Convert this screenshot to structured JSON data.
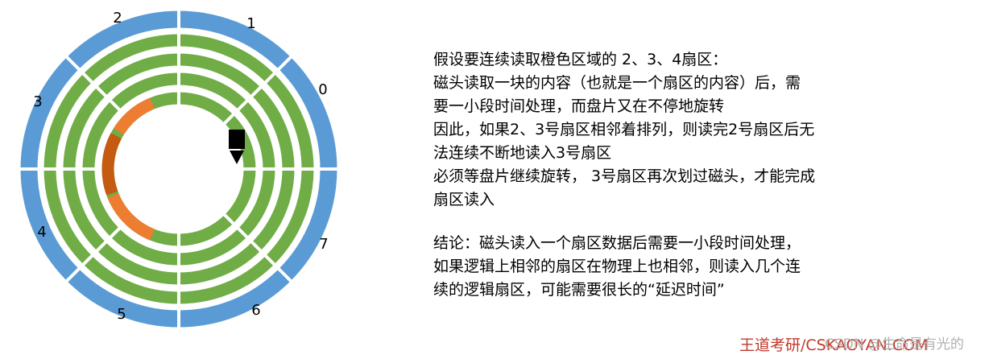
{
  "disk": {
    "sector_labels": [
      "1",
      "0",
      "7",
      "6",
      "5",
      "4",
      "3",
      "2"
    ],
    "colors": {
      "outer_track": "#5b9bd5",
      "inner_tracks": "#70ad47",
      "highlight_orange": "#ed7d31",
      "highlight_dark_orange": "#c55a11",
      "head": "#000000"
    }
  },
  "explanation": {
    "lines": [
      "假设要连续读取橙色区域的 2、3、4扇区：",
      "磁头读取一块的内容（也就是一个扇区的内容）后，需",
      "要一小段时间处理，而盘片又在不停地旋转",
      "因此，如果2、3号扇区相邻着排列，则读完2号扇区后无",
      "法连续不断地读入3号扇区",
      "必须等盘片继续旋转， 3号扇区再次划过磁头，才能完成",
      "扇区读入"
    ],
    "conclusion_lines": [
      "结论：磁头读入一个扇区数据后需要一小段时间处理，",
      "如果逻辑上相邻的扇区在物理上也相邻，则读入几个连",
      "续的逻辑扇区，可能需要很长的“延迟时间”"
    ]
  },
  "footer": {
    "brand": "王道考研/CSKAOYAN.COM",
    "watermark": "CSDN @生命是有光的"
  }
}
